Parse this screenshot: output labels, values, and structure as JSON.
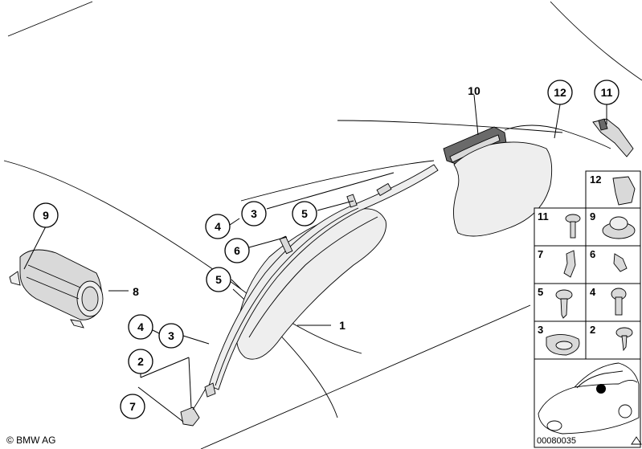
{
  "callouts": {
    "c1": "1",
    "c2": "2",
    "c3a": "3",
    "c3b": "3",
    "c4a": "4",
    "c4b": "4",
    "c5a": "5",
    "c5b": "5",
    "c6": "6",
    "c7": "7",
    "c8": "8",
    "c9": "9",
    "c10": "10",
    "c11": "11",
    "c12": "12"
  },
  "legend_grid": {
    "cells": [
      "12",
      "11",
      "9",
      "7",
      "6",
      "5",
      "4",
      "3",
      "2"
    ]
  },
  "footer": {
    "copyright": "© BMW AG",
    "diagram_code": "00080035"
  },
  "colors": {
    "line": "#000000",
    "part_fill": "#d9d9d9",
    "part_dark": "#6a6a6a",
    "background": "#ffffff"
  }
}
